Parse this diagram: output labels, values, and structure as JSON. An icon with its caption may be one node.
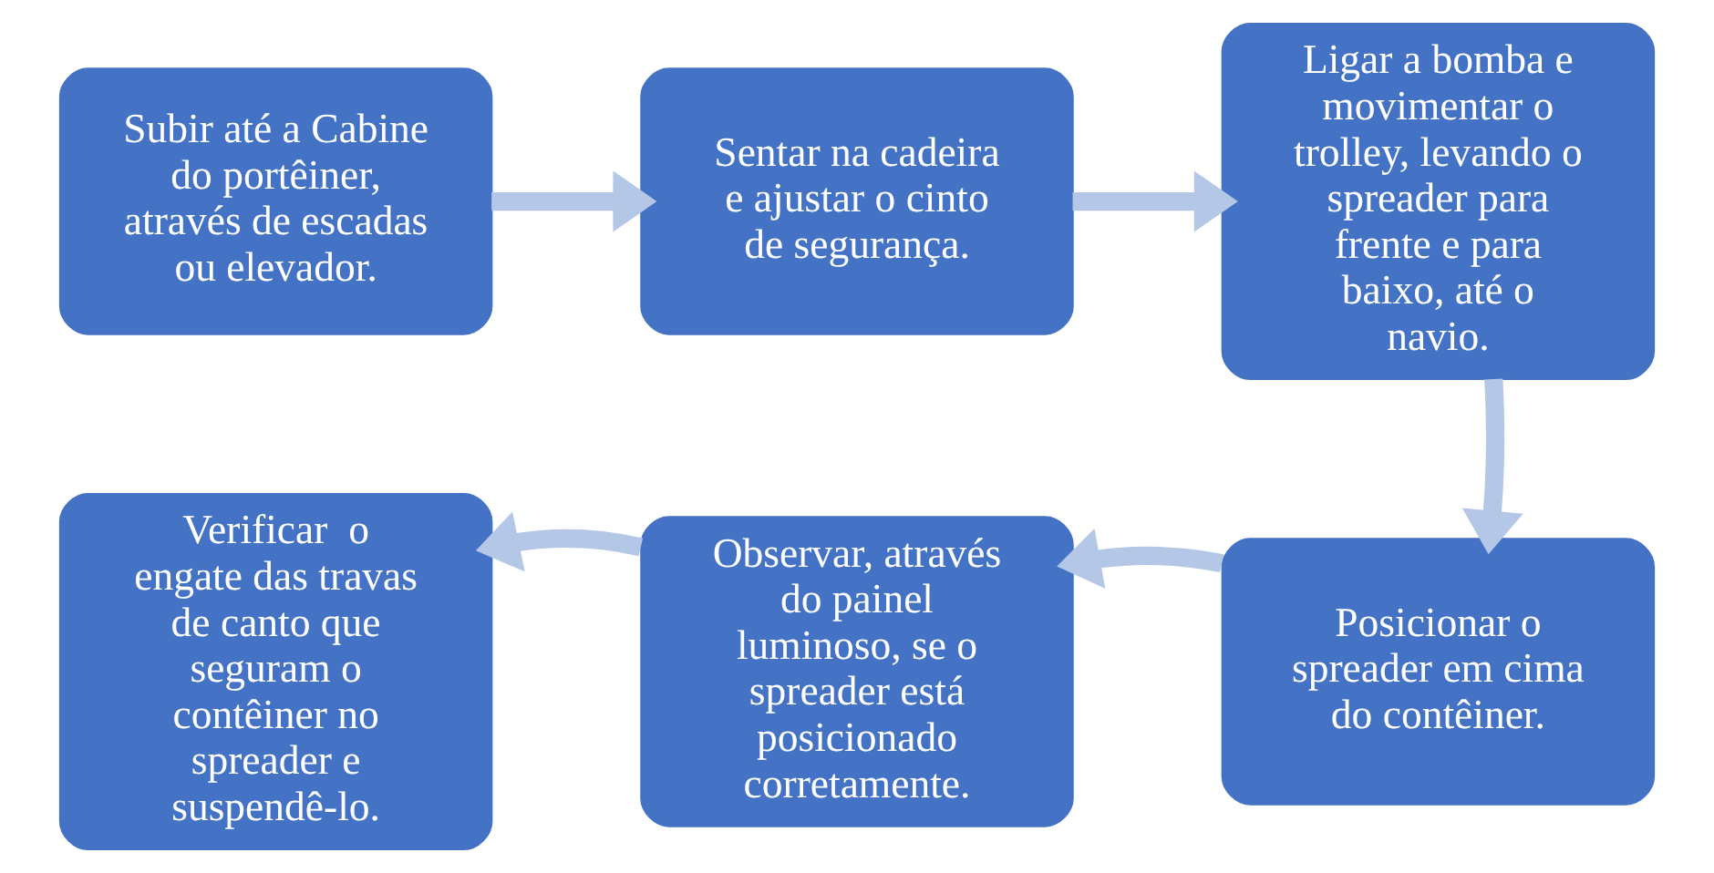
{
  "diagram": {
    "nodes": [
      {
        "text": [
          "Subir até a Cabine do portêiner, através de escadas ou elevador."
        ]
      },
      {
        "text": [
          "Sentar na cadeira e ajustar o cinto de segurança."
        ]
      },
      {
        "text": [
          "Ligar a bomba e movimentar o trolley, levando o spreader para frente e para baixo, até o navio."
        ]
      },
      {
        "text": [
          "Posicionar o spreader em cima do contêiner."
        ]
      },
      {
        "text": [
          "Observar, através do painel luminoso, se o spreader está posicionado corretamente."
        ]
      },
      {
        "text": [
          "Verificar  o engate das travas de canto que seguram o contêiner no spreader e suspendê-lo."
        ]
      }
    ],
    "edges": [
      {
        "from": 0,
        "to": 1,
        "arrow": "to"
      },
      {
        "from": 1,
        "to": 2,
        "arrow": "to"
      },
      {
        "from": 2,
        "to": 3,
        "arrow": "to"
      },
      {
        "from": 3,
        "to": 4,
        "arrow": "to"
      },
      {
        "from": 4,
        "to": 5,
        "arrow": "to"
      }
    ]
  }
}
